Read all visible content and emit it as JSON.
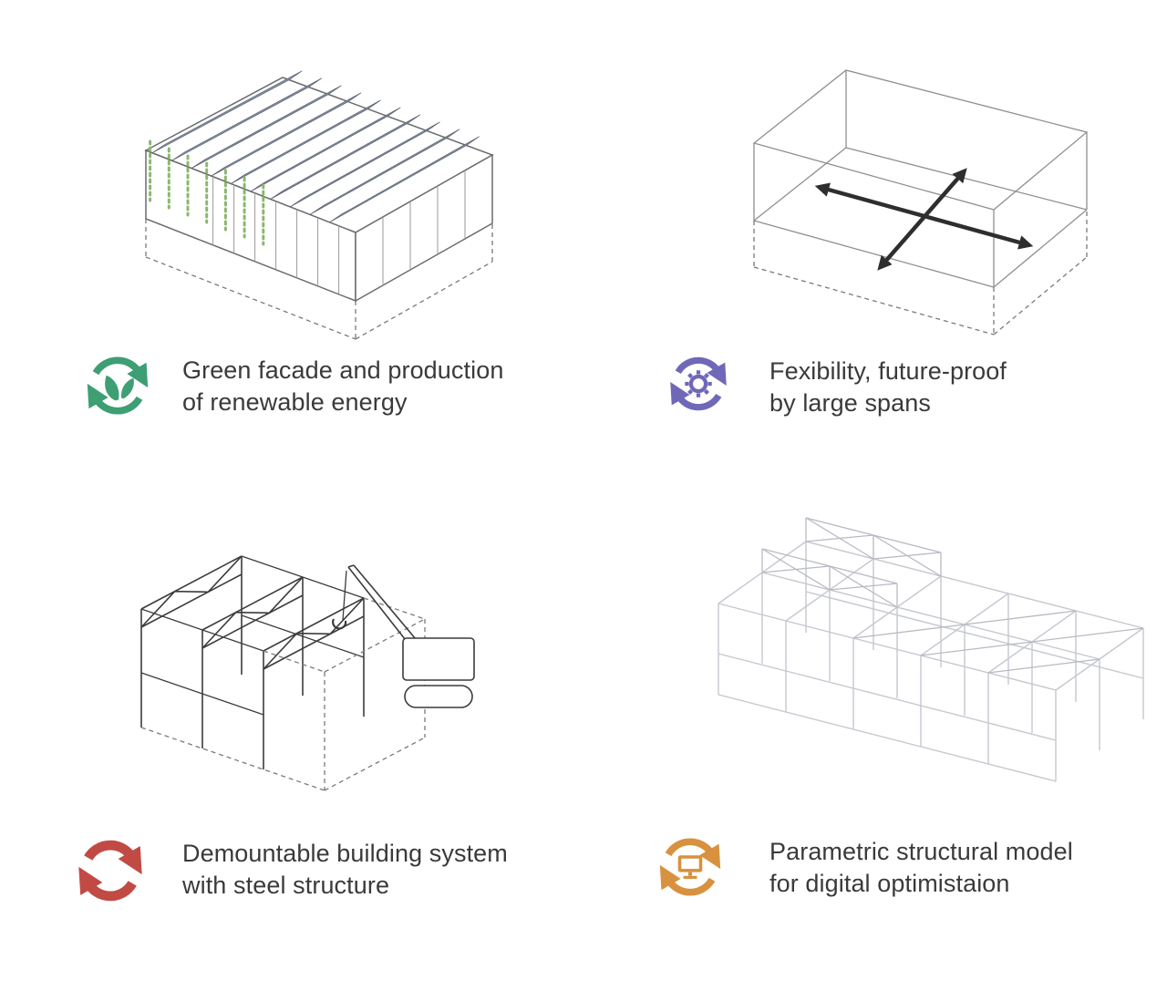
{
  "colors": {
    "green": "#3e9e74",
    "purple": "#6f68b8",
    "red": "#c14b44",
    "orange": "#d8913f",
    "panel": "#8e99b0",
    "vine": "#8ab86d",
    "wire": "#c6c8d0",
    "ink": "#3a3a3a",
    "line": "#6b6b6b"
  },
  "quadrants": [
    {
      "id": "green-facade",
      "icon_name": "recycle-leaves-icon",
      "icon_color": "#3e9e74",
      "caption_line1": "Green facade and production",
      "caption_line2": "of renewable energy"
    },
    {
      "id": "flexibility",
      "icon_name": "cycle-gear-icon",
      "icon_color": "#6f68b8",
      "caption_line1": "Fexibility, future-proof",
      "caption_line2": "by large spans"
    },
    {
      "id": "demountable",
      "icon_name": "recycle-arrows-icon",
      "icon_color": "#c14b44",
      "caption_line1": "Demountable building system",
      "caption_line2": "with steel structure"
    },
    {
      "id": "parametric",
      "icon_name": "cycle-monitor-icon",
      "icon_color": "#d8913f",
      "caption_line1": "Parametric structural model",
      "caption_line2": "for digital optimistaion"
    }
  ]
}
